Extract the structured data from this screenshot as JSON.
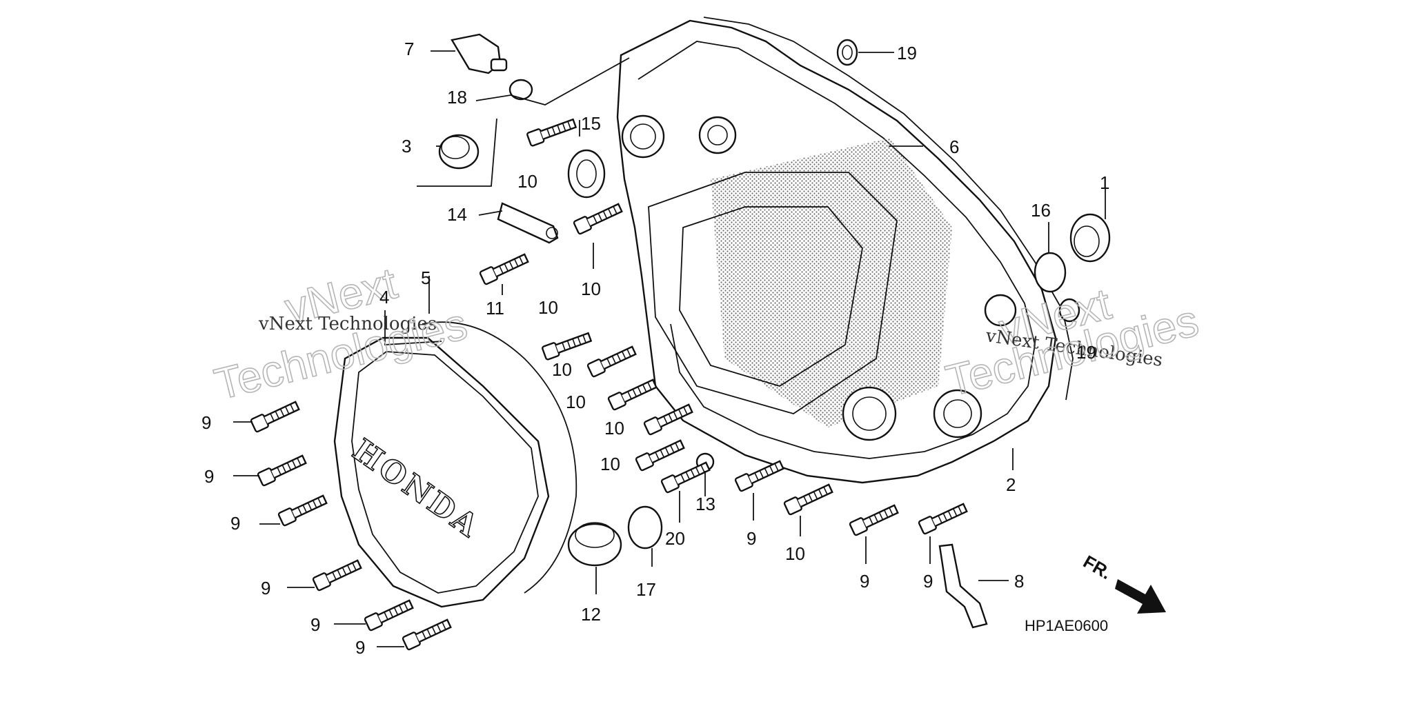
{
  "diagram": {
    "brand_text": "HONDA",
    "diagram_code": "HP1AE0600",
    "direction_label": "FR.",
    "watermarks": [
      {
        "big": "vNext",
        "small": "vNext Technologies",
        "big2": "Technologies"
      },
      {
        "big": "vNext",
        "small": "vNext Technologies",
        "big2": "Technologies"
      }
    ],
    "callouts": {
      "c1": "1",
      "c2": "2",
      "c3": "3",
      "c4": "4",
      "c5": "5",
      "c6": "6",
      "c7": "7",
      "c8": "8",
      "c9a": "9",
      "c9b": "9",
      "c9c": "9",
      "c9d": "9",
      "c9e": "9",
      "c9f": "9",
      "c9g": "9",
      "c9h": "9",
      "c9i": "9",
      "c10a": "10",
      "c10b": "10",
      "c10c": "10",
      "c10d": "10",
      "c10e": "10",
      "c10f": "10",
      "c10g": "10",
      "c10h": "10",
      "c11": "11",
      "c12": "12",
      "c13": "13",
      "c14": "14",
      "c15": "15",
      "c16": "16",
      "c17": "17",
      "c18": "18",
      "c19a": "19",
      "c19b": "19",
      "c20": "20"
    }
  }
}
